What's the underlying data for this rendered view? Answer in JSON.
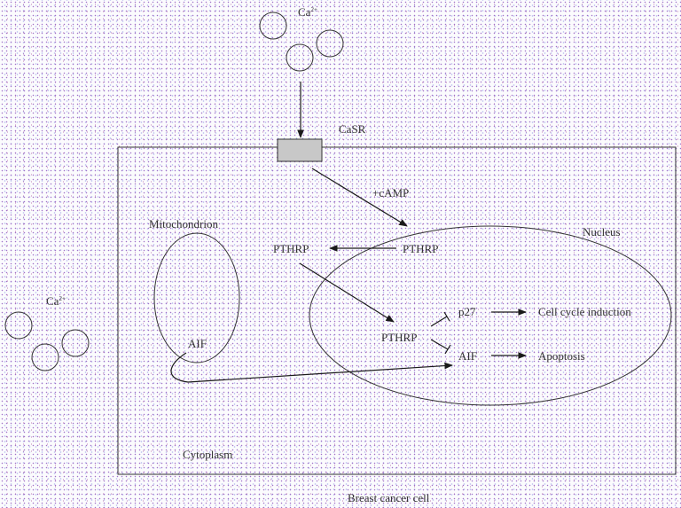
{
  "diagram": {
    "ion_label": "Ca",
    "ion_charge": "2+",
    "receptor": "CaSR",
    "camp": "+cAMP",
    "mitochondrion": "Mitochondrion",
    "nucleus": "Nucleus",
    "pthrp_nucleus": "PTHRP",
    "pthrp_cytoplasm": "PTHRP",
    "pthrp_inner": "PTHRP",
    "p27": "p27",
    "aif_mito": "AIF",
    "aif_nucleus": "AIF",
    "cell_cycle": "Cell cycle induction",
    "apoptosis": "Apoptosis",
    "cytoplasm": "Cytoplasm",
    "cell": "Breast cancer cell"
  },
  "colors": {
    "receptor_fill": "#c8c8c8",
    "stroke": "#333333"
  }
}
